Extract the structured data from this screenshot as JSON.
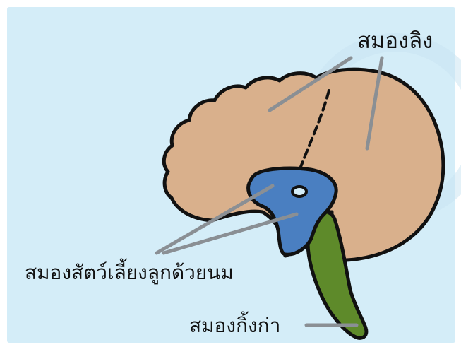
{
  "colors": {
    "background": "#d4edf8",
    "watermark": "#c8e4f2",
    "cerebrum": "#d9b08c",
    "limbic": "#4a7fc1",
    "brainstem": "#5e8a2a",
    "outline": "#111111",
    "leader_line": "#8a8f94"
  },
  "labels": {
    "monkey_brain": "สมองลิง",
    "mammal_brain": "สมองสัตว์เลี้ยงลูกด้วยนม",
    "reptile_brain": "สมองกิ้งก่า"
  }
}
